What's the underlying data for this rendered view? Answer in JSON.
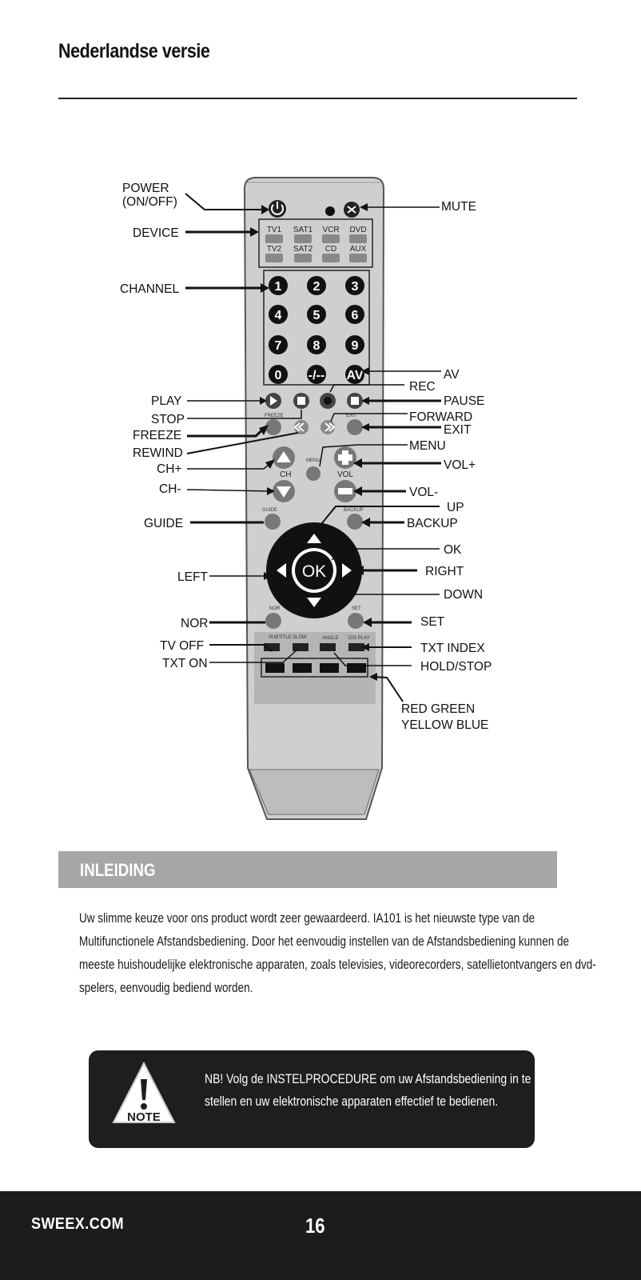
{
  "page": {
    "title": "Nederlandse versie"
  },
  "remote": {
    "device_keys_top": [
      "TV1",
      "SAT1",
      "VCR",
      "DVD"
    ],
    "device_keys_bottom": [
      "TV2",
      "SAT2",
      "CD",
      "AUX"
    ],
    "number_keys": [
      "1",
      "2",
      "3",
      "4",
      "5",
      "6",
      "7",
      "8",
      "9",
      "0",
      "-/--",
      "AV"
    ],
    "ok_label": "OK",
    "key_captions": {
      "freeze": "FREEZE",
      "exit": "EXIT",
      "menu": "MENU",
      "ch": "CH",
      "vol": "VOL",
      "guide": "GUIDE",
      "backup": "BACKUP",
      "nor": "NOR",
      "set": "SET",
      "subtitle": "SUBTITLE",
      "slow": "SLOW",
      "angle": "ANGLE",
      "display": "DIS PLAY"
    }
  },
  "callouts": {
    "left": [
      "POWER",
      "(ON/OFF)",
      "DEVICE",
      "CHANNEL",
      "PLAY",
      "STOP",
      "FREEZE",
      "REWIND",
      "CH+",
      "CH-",
      "GUIDE",
      "LEFT",
      "NOR",
      "TV OFF",
      "TXT ON"
    ],
    "right": [
      "MUTE",
      "AV",
      "REC",
      "PAUSE",
      "FORWARD",
      "EXIT",
      "MENU",
      "VOL+",
      "VOL-",
      "UP",
      "BACKUP",
      "OK",
      "RIGHT",
      "DOWN",
      "SET",
      "TXT INDEX",
      "HOLD/STOP",
      "RED  GREEN",
      "YELLOW   BLUE"
    ]
  },
  "section": {
    "heading": "INLEIDING",
    "paragraph_lines": [
      "Uw slimme keuze voor ons product wordt zeer gewaardeerd.  IA101 is het nieuwste type van de",
      "Multifunctionele Afstandsbediening. Door het eenvoudig instellen van de Afstandsbediening kunnen de",
      "meeste huishoudelijke elektronische apparaten, zoals televisies, videorecorders, satellietontvangers en dvd-",
      "spelers, eenvoudig bediend worden."
    ]
  },
  "note": {
    "badge": "NOTE",
    "lines": [
      "NB! Volg de INSTELPROCEDURE om uw Afstandsbediening in te",
      "stellen en uw elektronische apparaten effectief te bedienen."
    ]
  },
  "footer": {
    "site": "SWEEX.COM",
    "page_number": "16"
  }
}
